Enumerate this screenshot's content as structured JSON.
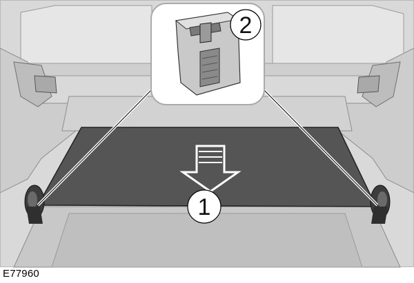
{
  "figure": {
    "code": "E77960",
    "callouts": [
      {
        "number": "1"
      },
      {
        "number": "2"
      }
    ]
  },
  "colors": {
    "background": "#dcdcdc",
    "cover": "#555555",
    "line": "#ffffff",
    "outline": "#000000"
  }
}
